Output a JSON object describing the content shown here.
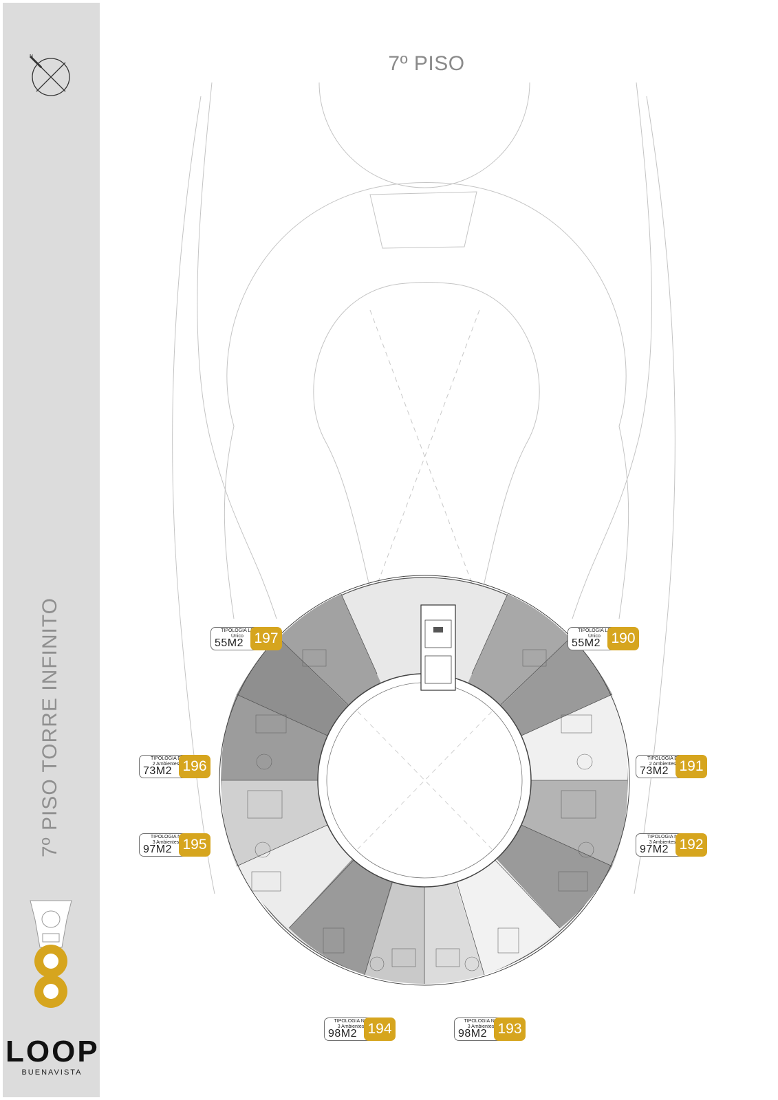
{
  "page_title": "7º PISO",
  "vertical_title": "7º PISO TORRE  INFINITO",
  "brand": {
    "name": "LOOP",
    "subtitle": "BUENAVISTA"
  },
  "compass": {
    "label": "N",
    "icon": "north-arrow-icon"
  },
  "colors": {
    "accent": "#d6a51e",
    "sidebar": "#dcdcdc",
    "unit_fill": "#9a9a9a",
    "outline": "#707070"
  },
  "units": [
    {
      "id": "197",
      "type_line1": "TIPOLOGIA LB",
      "type_line2": "Único",
      "area": "55M2"
    },
    {
      "id": "190",
      "type_line1": "TIPOLOGIA LB",
      "type_line2": "Único",
      "area": "55M2"
    },
    {
      "id": "196",
      "type_line1": "TIPOLOGIA E",
      "type_line2": "2 Ambientes",
      "area": "73M2"
    },
    {
      "id": "191",
      "type_line1": "TIPOLOGIA E",
      "type_line2": "2 Ambientes",
      "area": "73M2"
    },
    {
      "id": "195",
      "type_line1": "TIPOLOGIA N",
      "type_line2": "3 Ambientes",
      "area": "97M2"
    },
    {
      "id": "192",
      "type_line1": "TIPOLOGIA N",
      "type_line2": "3 Ambientes",
      "area": "97M2"
    },
    {
      "id": "194",
      "type_line1": "TIPOLOGIA NB",
      "type_line2": "3 Ambientes",
      "area": "98M2"
    },
    {
      "id": "193",
      "type_line1": "TIPOLOGIA NB",
      "type_line2": "3 Ambientes",
      "area": "98M2"
    }
  ]
}
